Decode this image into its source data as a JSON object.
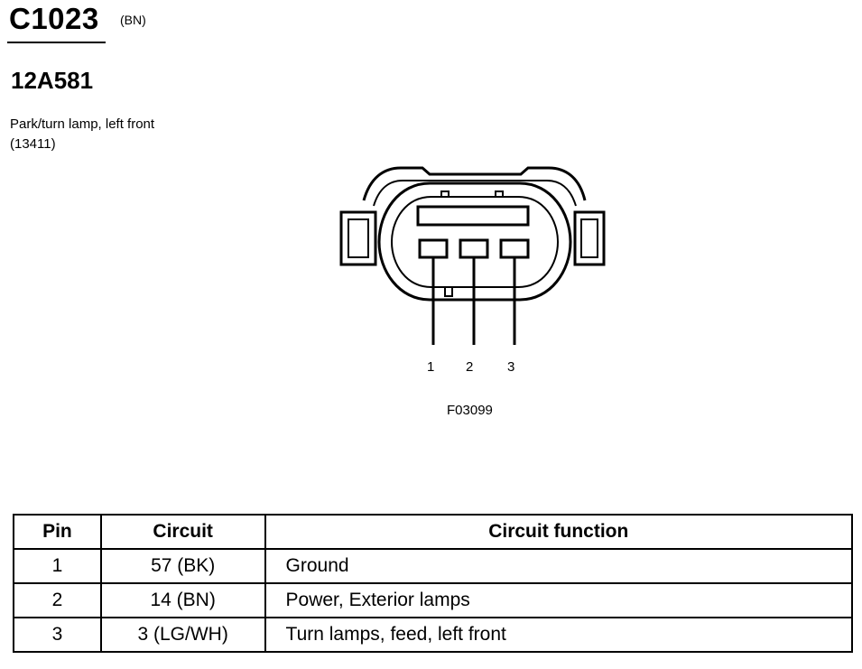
{
  "header": {
    "connector_id": "C1023",
    "connector_color": "(BN)",
    "part_number": "12A581",
    "description": "Park/turn lamp, left front (13411)"
  },
  "figure": {
    "pin_labels": [
      "1",
      "2",
      "3"
    ],
    "figure_id": "F03099"
  },
  "table": {
    "headers": [
      "Pin",
      "Circuit",
      "Circuit function"
    ],
    "rows": [
      {
        "pin": "1",
        "circuit": "57 (BK)",
        "function": "Ground"
      },
      {
        "pin": "2",
        "circuit": "14 (BN)",
        "function": "Power, Exterior lamps"
      },
      {
        "pin": "3",
        "circuit": "3 (LG/WH)",
        "function": "Turn lamps, feed, left front"
      }
    ]
  }
}
